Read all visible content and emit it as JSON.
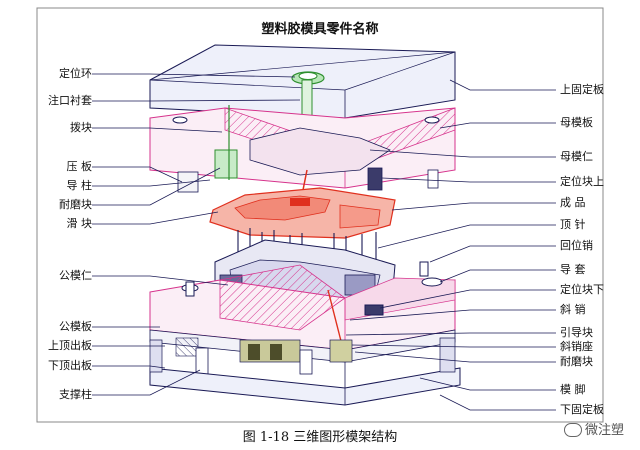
{
  "title": "塑料胶模具零件名称",
  "caption": "图 1-18    三维图形模架结构",
  "watermark": "微注塑",
  "left_labels": [
    "定位环",
    "注口衬套",
    "拨块",
    "压 板",
    "导 柱",
    "耐磨块",
    "滑 块",
    "公模仁",
    "公模板",
    "上顶出板",
    "下顶出板",
    "支撑柱"
  ],
  "right_labels": [
    "上固定板",
    "母模板",
    "母模仁",
    "定位块上",
    "成 品",
    "顶 针",
    "回位销",
    "导 套",
    "定位块下",
    "斜 销",
    "引导块",
    "斜销座",
    "耐磨块",
    "模 脚",
    "下固定板"
  ],
  "colors": {
    "line": "#1a1a55",
    "pink": "#d6338c",
    "red": "#e0301e",
    "green": "#2f8f2f",
    "plate": "#e8e8f4"
  }
}
